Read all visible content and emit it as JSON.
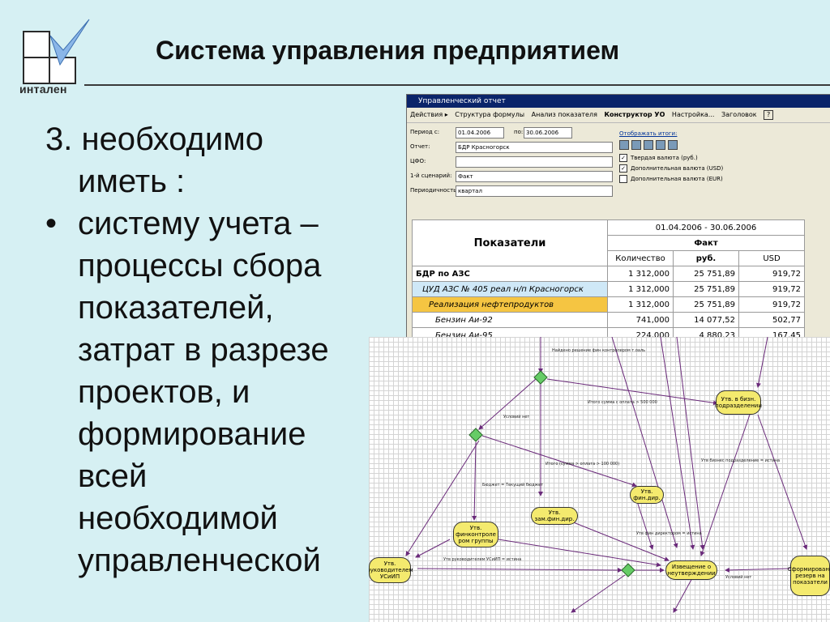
{
  "slide": {
    "logo_text": "интален",
    "title": "Система управления предприятием",
    "body": {
      "line1": "3. необходимо",
      "line2": "иметь :",
      "bullet": "•",
      "bullet_lines": [
        "систему учета –",
        "процессы сбора",
        "показателей,",
        "затрат в разрезе",
        "проектов, и",
        "формирование",
        "всей",
        "необходимой",
        "управленческой"
      ]
    }
  },
  "report": {
    "window_title": "Управленческий отчет",
    "menu": [
      "Действия ▸",
      "Структура формулы",
      "Анализ показателя"
    ],
    "menu_bold": "Конструктор УО",
    "menu_more": [
      "Настройка...",
      "Заголовок"
    ],
    "form": {
      "period_label": "Период с:",
      "period_from": "01.04.2006",
      "period_to_label": "по:",
      "period_to": "30.06.2006",
      "report_label": "Отчет:",
      "report_value": "БДР Красногорск",
      "cfo_label": "ЦФО:",
      "cfo_value": "",
      "scenario_label": "1-й сценарий:",
      "scenario_value": "Факт",
      "periodicity_label": "Периодичность:",
      "periodicity_value": "квартал"
    },
    "options": {
      "header": "Отображать итоги:",
      "checks": [
        "Твердая валюта (руб.)",
        "Дополнительная валюта (USD)",
        "Дополнительная валюта (EUR)"
      ],
      "checked": [
        true,
        true,
        false
      ]
    },
    "table": {
      "col_indicator": "Показатели",
      "period": "01.04.2006 - 30.06.2006",
      "scenario": "Факт",
      "cols": [
        "Количество",
        "руб.",
        "USD"
      ],
      "rows": [
        {
          "name": "БДР по АЗС",
          "qty": "1 312,000",
          "rub": "25 751,89",
          "usd": "919,72"
        },
        {
          "name": "ЦУД АЗС № 405 реал н/п Красногорск",
          "qty": "1 312,000",
          "rub": "25 751,89",
          "usd": "919,72"
        },
        {
          "name": "Реализация нефтепродуктов",
          "qty": "1 312,000",
          "rub": "25 751,89",
          "usd": "919,72"
        },
        {
          "name": "Бензин Аи-92",
          "qty": "741,000",
          "rub": "14 077,52",
          "usd": "502,77"
        },
        {
          "name": "Бензин Аи-95",
          "qty": "224,000",
          "rub": "4 880,23",
          "usd": "167,45"
        }
      ]
    }
  },
  "diagram": {
    "nodes": {
      "approve_division": "Утв. в бизн. подразделении",
      "approve_fin_dir": "Утв. фин.дир.",
      "approve_deputy": "Утв. зам.фин.дир.",
      "approve_controller": "Утв. финконтроле ром группы",
      "approve_head": "Утв. руководителем УСиИП",
      "notify": "Извещение о неутверждении",
      "form_reserve": "Сформировано резерв на показатели"
    },
    "labels": {
      "top": "Найдено решение фин контролером т.оаль",
      "sum_gt": "Итого сумма с оплата > 500 000",
      "cond_not": "Условий нет",
      "sum_gt2": "Итого (сумма > оплата > 100 000)",
      "budget": "Бюджет = Текущий бюджет",
      "head_true": "Утв руководителем УСиИП = истина",
      "cond_not2": "Условий нет",
      "division_true": "Утв бизнес подразделение = истина",
      "dir_true": "Утв фин директором = истина"
    }
  }
}
